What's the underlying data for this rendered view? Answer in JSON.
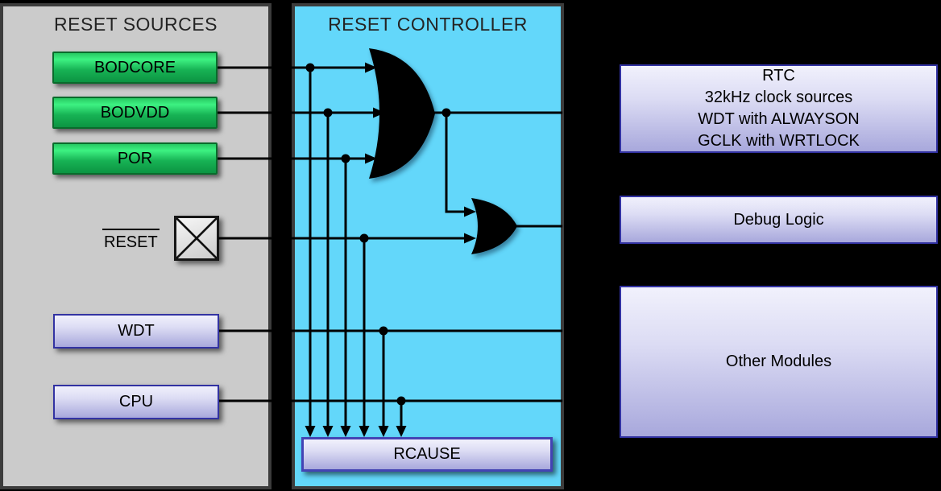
{
  "left_panel": {
    "title": "RESET SOURCES",
    "sources": [
      {
        "label": "BODCORE"
      },
      {
        "label": "BODVDD"
      },
      {
        "label": "POR"
      }
    ],
    "reset_pin_label": "RESET",
    "modules": [
      {
        "label": "WDT"
      },
      {
        "label": "CPU"
      }
    ]
  },
  "controller_panel": {
    "title": "RESET CONTROLLER",
    "rcause_label": "RCAUSE"
  },
  "right_modules": {
    "always_on": {
      "lines": [
        "RTC",
        "32kHz clock sources",
        "WDT with ALWAYSON",
        "GCLK with WRTLOCK"
      ]
    },
    "debug": {
      "label": "Debug Logic"
    },
    "other": {
      "label": "Other Modules"
    }
  },
  "icons": {
    "pad": "x-pad-icon",
    "gates": [
      "or-gate-main",
      "or-gate-secondary"
    ]
  },
  "colors": {
    "background": "#000000",
    "panel_gray": "#cbcbcb",
    "panel_cyan": "#63d7fa",
    "panel_border": "#3c3c3c",
    "green_box_top": "#3df282",
    "green_box_bottom": "#0c9442",
    "green_box_border": "#0a6b2c",
    "purple_box_top": "#f1f1fc",
    "purple_box_bottom": "#a8a8dc",
    "purple_box_border": "#3232a2",
    "rcause_border": "#4343b4",
    "wire": "#000000"
  }
}
